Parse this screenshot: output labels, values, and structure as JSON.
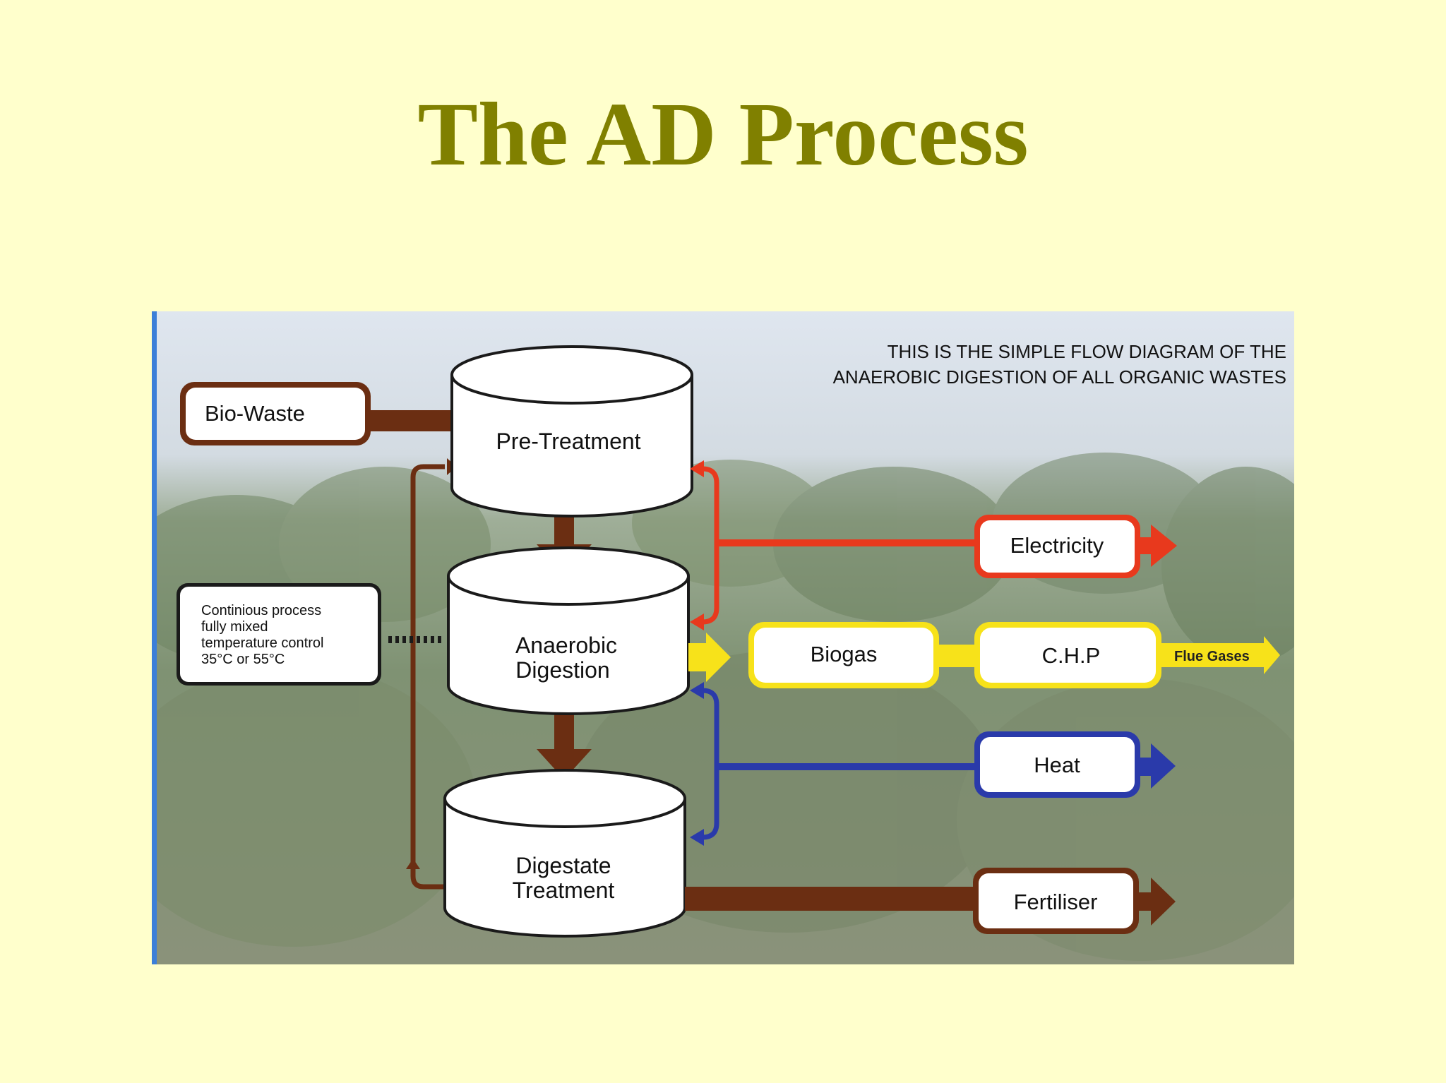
{
  "slide": {
    "title": "The AD Process"
  },
  "diagram": {
    "caption_line1": "THIS IS THE SIMPLE FLOW DIAGRAM OF THE",
    "caption_line2": "ANAEROBIC DIGESTION OF ALL ORGANIC WASTES",
    "inputs": {
      "bio_waste": "Bio-Waste"
    },
    "tanks": {
      "pre_treatment": "Pre-Treatment",
      "anaerobic_line1": "Anaerobic",
      "anaerobic_line2": "Digestion",
      "digestate_line1": "Digestate",
      "digestate_line2": "Treatment"
    },
    "process_note": {
      "line1": "Continious process",
      "line2": "fully mixed",
      "line3": "temperature control",
      "line4": "35°C or 55°C"
    },
    "outputs": {
      "electricity": "Electricity",
      "biogas": "Biogas",
      "chp": "C.H.P",
      "flue_gases": "Flue Gases",
      "heat": "Heat",
      "fertiliser": "Fertiliser"
    },
    "colors": {
      "brown": "#6b2e12",
      "red": "#e8391d",
      "yellow": "#f7e21a",
      "blue": "#2a3aaa"
    }
  }
}
